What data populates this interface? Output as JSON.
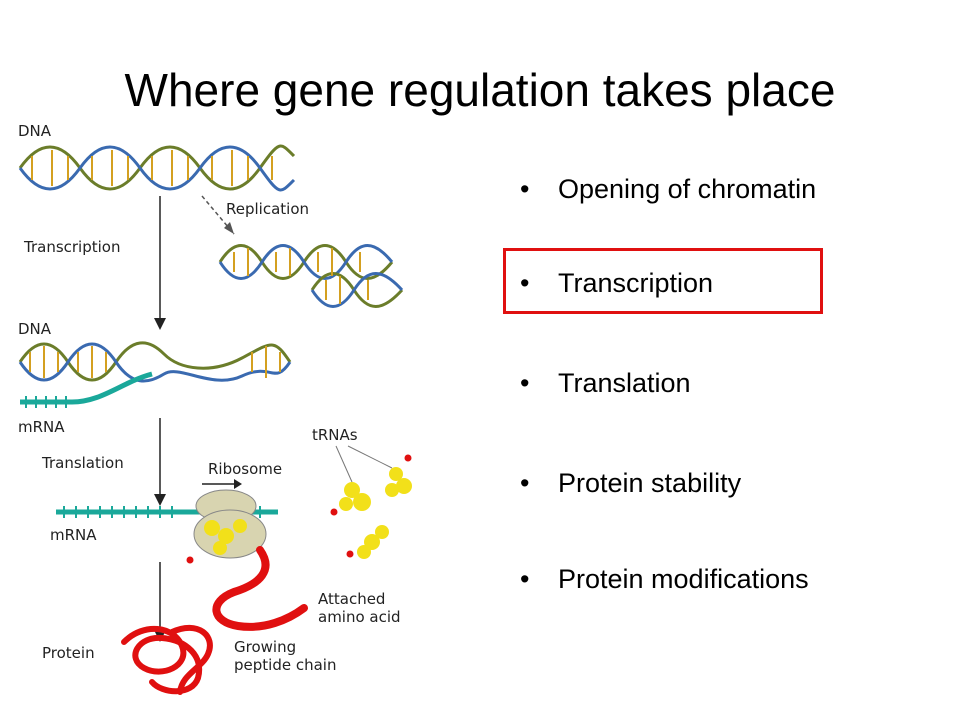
{
  "slide": {
    "title": "Where gene regulation takes place",
    "bullet_char": "•",
    "bullets": [
      {
        "text": "Opening of chromatin"
      },
      {
        "text": "Transcription",
        "highlighted": true
      },
      {
        "text": "Translation"
      },
      {
        "text": "Protein stability"
      },
      {
        "text": "Protein modifications"
      }
    ],
    "highlight_color": "#e01010"
  },
  "diagram": {
    "labels": {
      "dna_top": "DNA",
      "replication": "Replication",
      "transcription": "Transcription",
      "dna_middle": "DNA",
      "mrna_1": "mRNA",
      "translation": "Translation",
      "ribosome": "Ribosome",
      "trnas": "tRNAs",
      "mrna_2": "mRNA",
      "attached_1": "Attached",
      "attached_2": "amino acid",
      "protein": "Protein",
      "growing_1": "Growing",
      "growing_2": "peptide chain"
    },
    "colors": {
      "dna_strand": "#6b7d2a",
      "dna_rung_1": "#d4a020",
      "dna_rung_2": "#3a6ab0",
      "mrna": "#1aa89a",
      "protein": "#e01010",
      "trna": "#f2e01a",
      "ribosome": "#d8d4b0"
    }
  }
}
